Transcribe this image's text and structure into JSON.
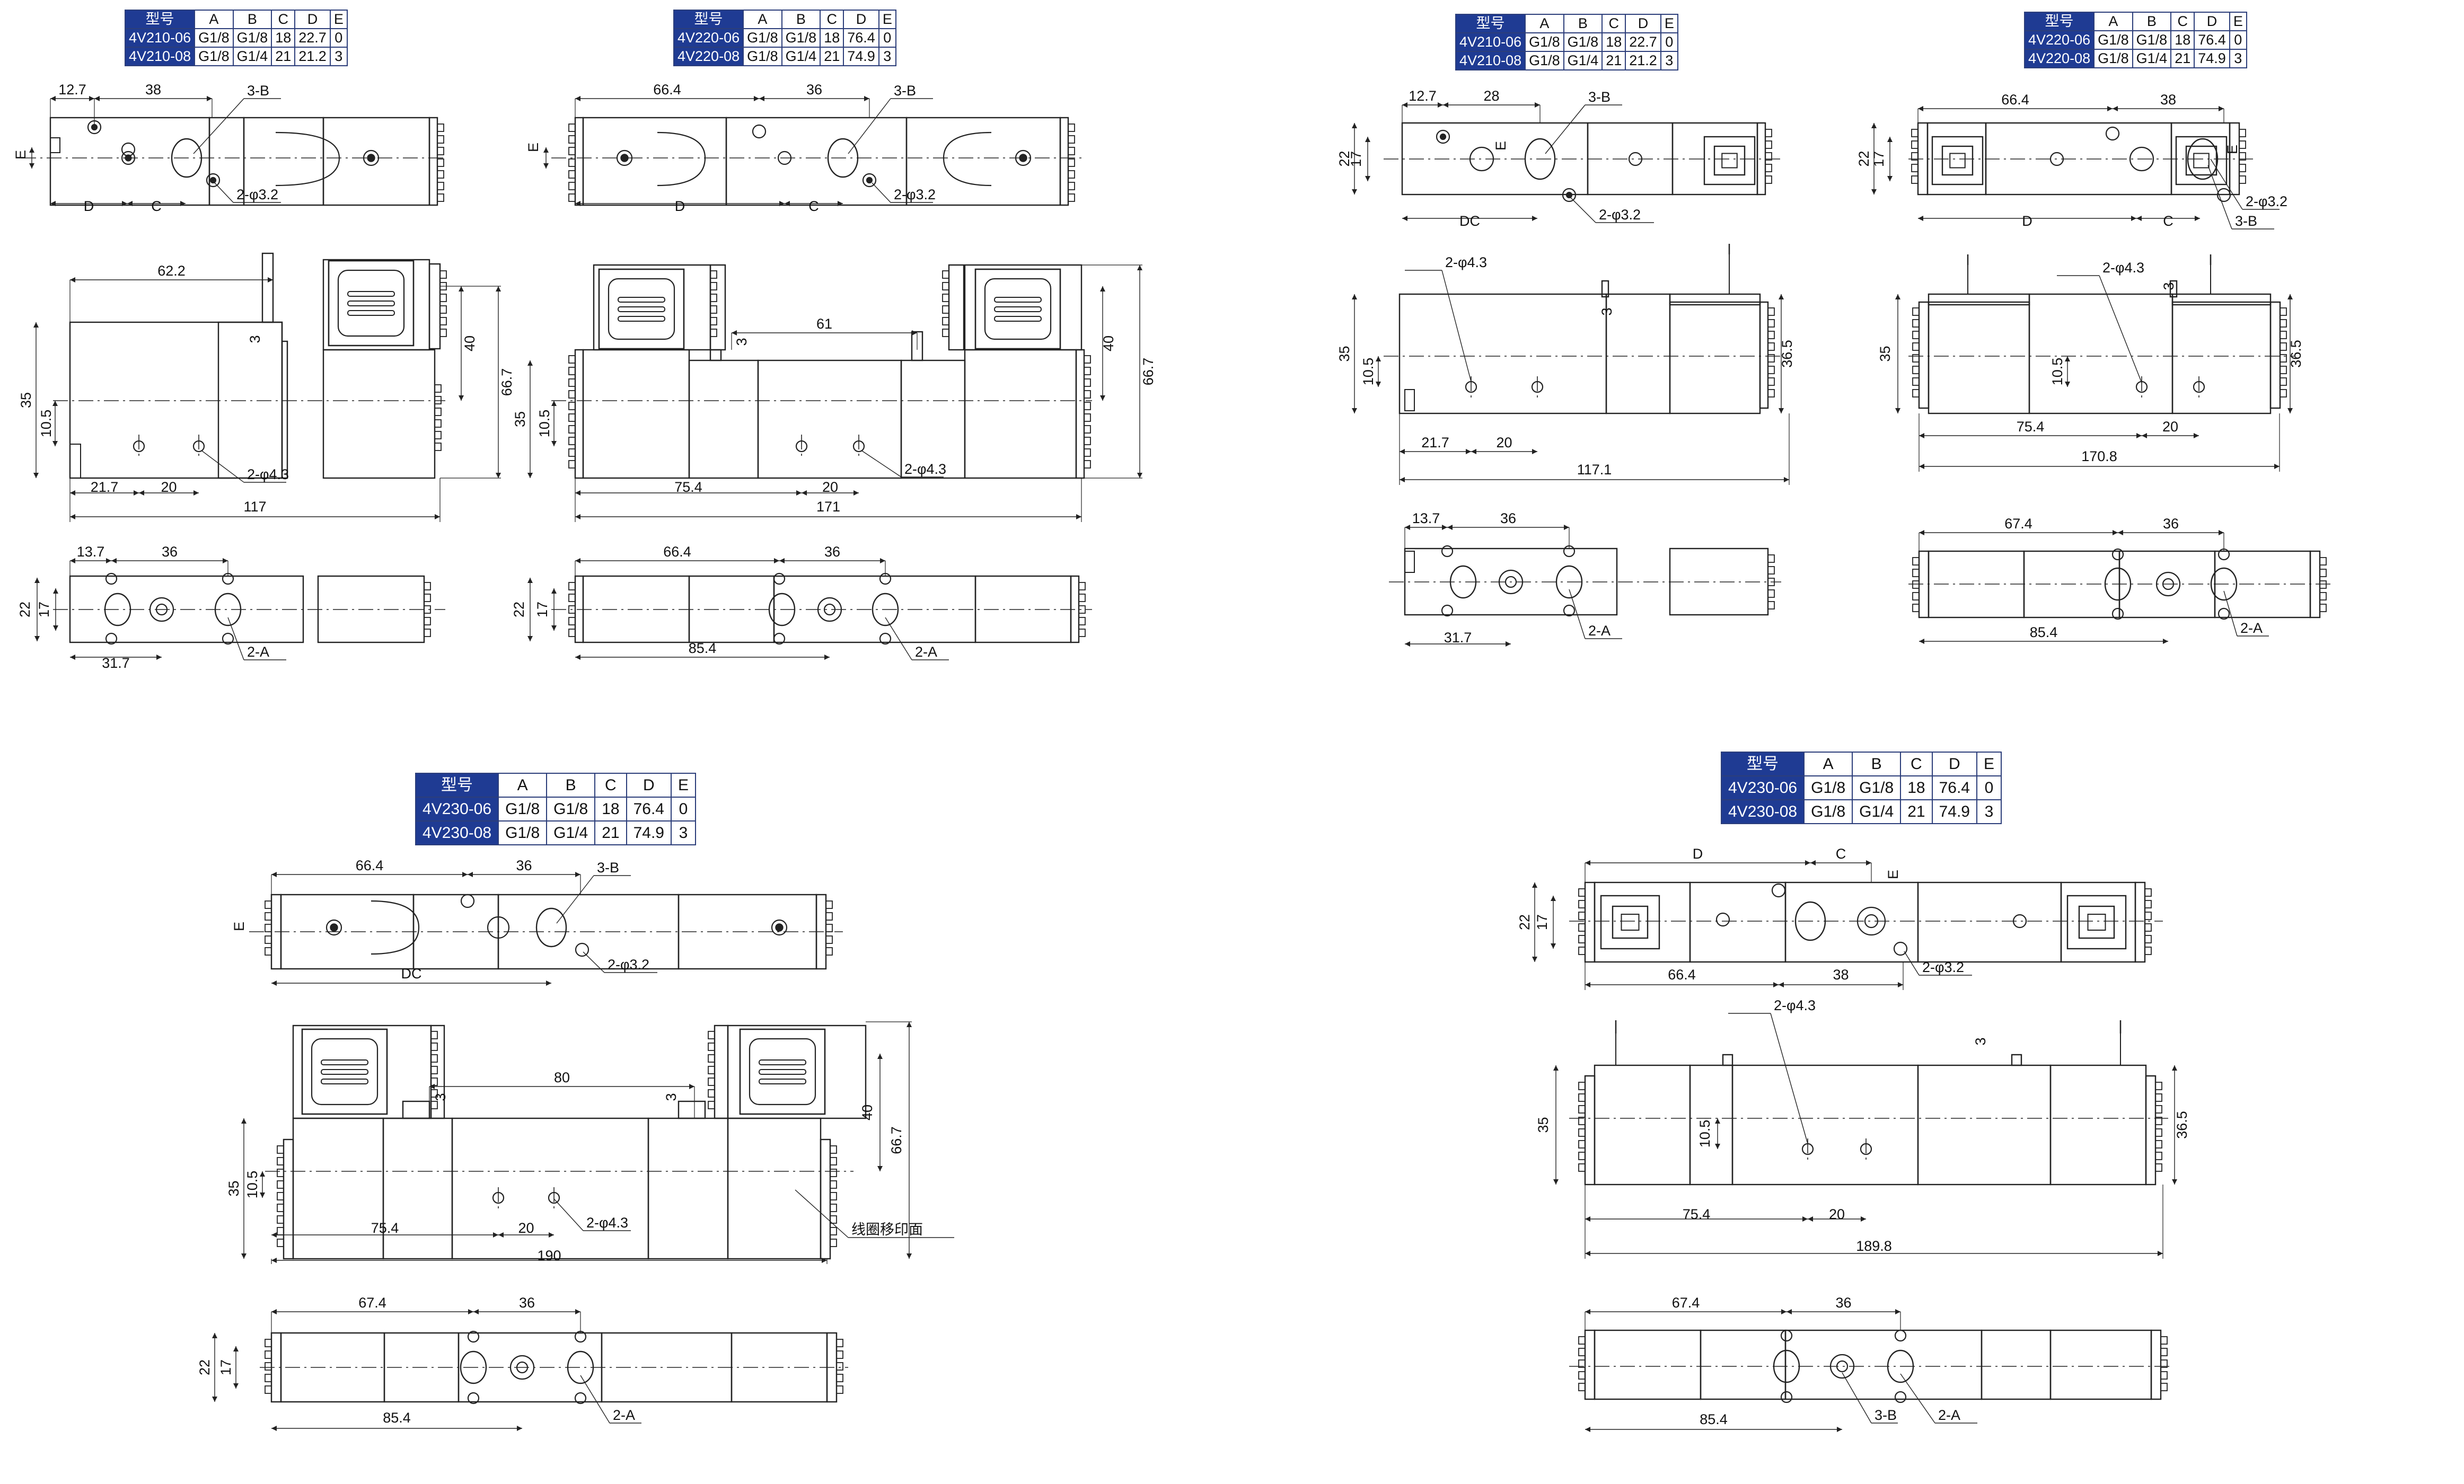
{
  "tables": {
    "header": [
      "型号",
      "A",
      "B",
      "C",
      "D",
      "E"
    ],
    "v210_left": [
      [
        "4V210-06",
        "G1/8",
        "G1/8",
        "18",
        "22.7",
        "0"
      ],
      [
        "4V210-08",
        "G1/8",
        "G1/4",
        "21",
        "21.2",
        "3"
      ]
    ],
    "v220_left": [
      [
        "4V220-06",
        "G1/8",
        "G1/8",
        "18",
        "76.4",
        "0"
      ],
      [
        "4V220-08",
        "G1/8",
        "G1/4",
        "21",
        "74.9",
        "3"
      ]
    ],
    "v210_right": [
      [
        "4V210-06",
        "G1/8",
        "G1/8",
        "18",
        "22.7",
        "0"
      ],
      [
        "4V210-08",
        "G1/8",
        "G1/4",
        "21",
        "21.2",
        "3"
      ]
    ],
    "v220_right": [
      [
        "4V220-06",
        "G1/8",
        "G1/8",
        "18",
        "76.4",
        "0"
      ],
      [
        "4V220-08",
        "G1/8",
        "G1/4",
        "21",
        "74.9",
        "3"
      ]
    ],
    "v230_left": [
      [
        "4V230-06",
        "G1/8",
        "G1/8",
        "18",
        "76.4",
        "0"
      ],
      [
        "4V230-08",
        "G1/8",
        "G1/4",
        "21",
        "74.9",
        "3"
      ]
    ],
    "v230_right": [
      [
        "4V230-06",
        "G1/8",
        "G1/8",
        "18",
        "76.4",
        "0"
      ],
      [
        "4V230-08",
        "G1/8",
        "G1/4",
        "21",
        "74.9",
        "3"
      ]
    ]
  },
  "labels": {
    "d12_7": "12.7",
    "d13_7": "13.7",
    "d38": "38",
    "d28": "28",
    "d36": "36",
    "d66_4": "66.4",
    "d67_4": "67.4",
    "d62_2": "62.2",
    "d61": "61",
    "d80": "80",
    "d40": "40",
    "d66_7": "66.7",
    "d35": "35",
    "d36_5": "36.5",
    "d10_5": "10.5",
    "d21_7": "21.7",
    "d20": "20",
    "d75_4": "75.4",
    "d117": "117",
    "d117_1": "117.1",
    "d171": "171",
    "d170_8": "170.8",
    "d190": "190",
    "d189_8": "189.8",
    "d31_7": "31.7",
    "d85_4": "85.4",
    "d22": "22",
    "d17": "17",
    "d3": "3",
    "port_3b": "3-B",
    "port_2a": "2-A",
    "hole32": "2-φ3.2",
    "hole43": "2-φ4.3",
    "lD": "D",
    "lC": "C",
    "lDC": "DC",
    "lE": "E",
    "coil_note": "线圈移印面"
  }
}
